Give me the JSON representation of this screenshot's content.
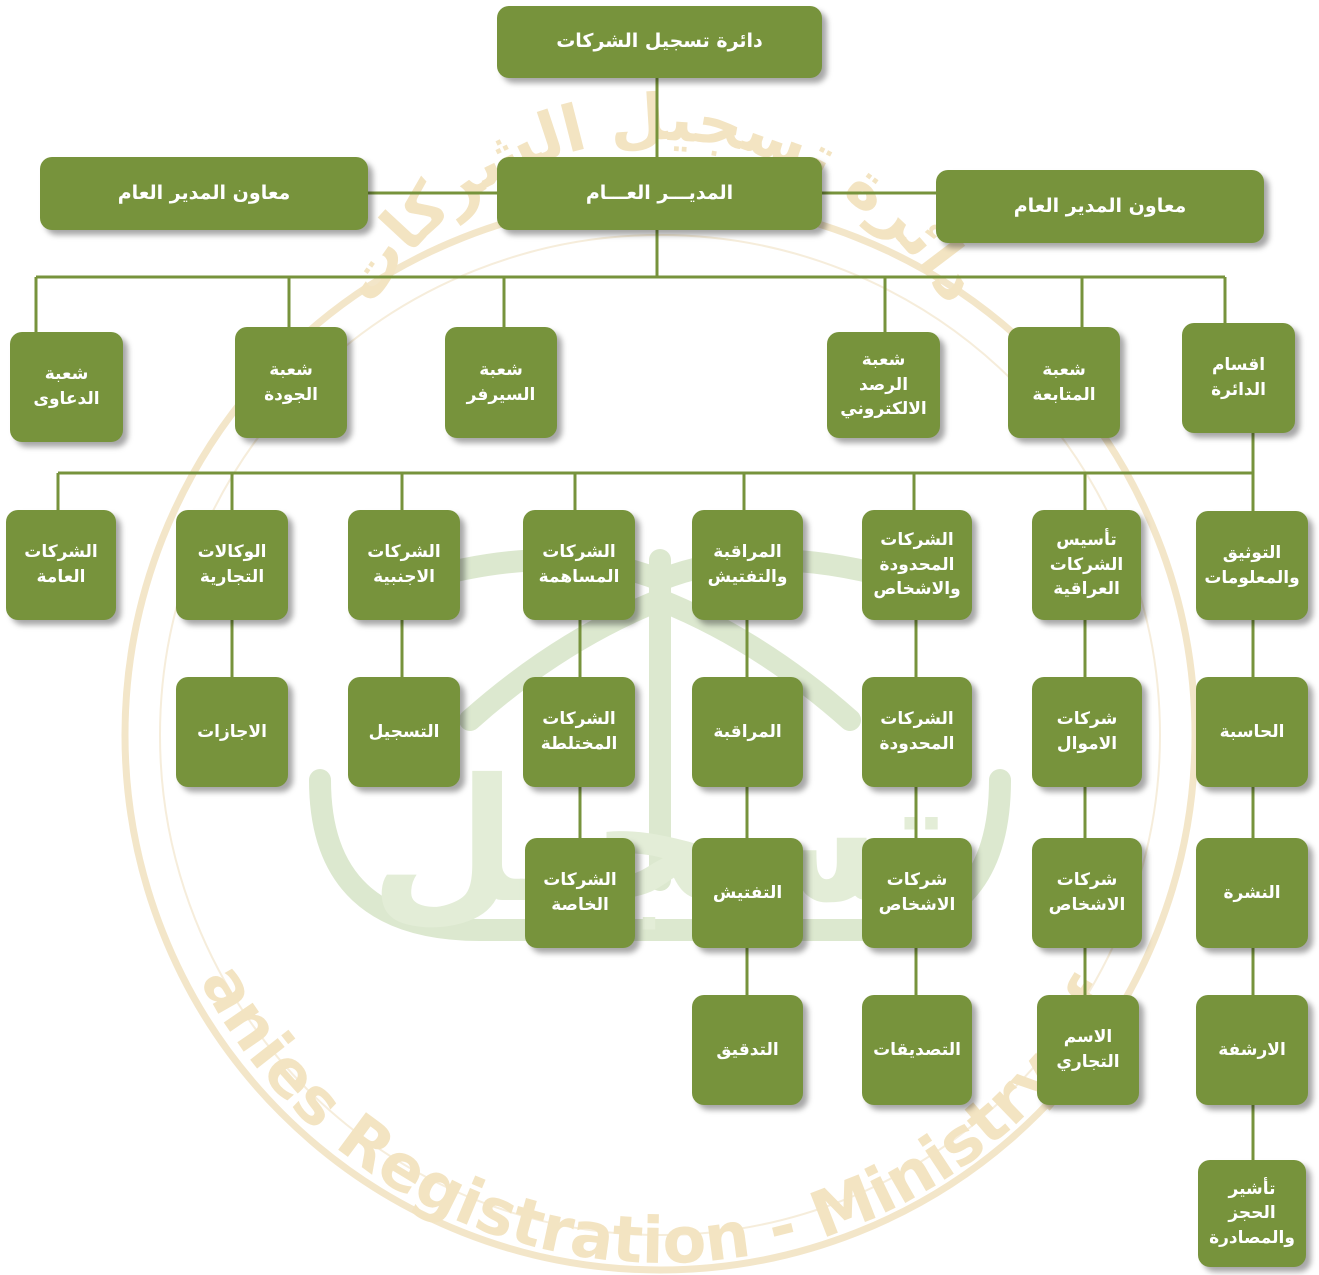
{
  "org": {
    "head": "دائرة تسجيل الشركات",
    "director": "المديـــر العـــام",
    "deputy_left": "معاون المدير العام",
    "deputy_right": "معاون المدير العام",
    "branches": {
      "divisions": "اقسام\nالدائرة",
      "followup": "شعبة\nالمتابعة",
      "monitoring": "شعبة\nالرصد\nالالكتروني",
      "server": "شعبة\nالسيرفر",
      "quality": "شعبة\nالجودة",
      "lawsuits": "شعبة\nالدعاوى"
    },
    "columns": [
      {
        "head": "التوثيق\nوالمعلومات",
        "subs": [
          "الحاسبة",
          "النشرة",
          "الارشفة",
          "تأشير\nالحجز\nوالمصادرة"
        ]
      },
      {
        "head": "تأسيس\nالشركات\nالعراقية",
        "subs": [
          "شركات\nالاموال",
          "شركات\nالاشخاص",
          "الاسم\nالتجاري"
        ]
      },
      {
        "head": "الشركات\nالمحدودة\nوالاشخاص",
        "subs": [
          "الشركات\nالمحدودة",
          "شركات\nالاشخاص",
          "التصديقات"
        ]
      },
      {
        "head": "المراقبة\nوالتفتيش",
        "subs": [
          "المراقبة",
          "التفتيش",
          "التدقيق"
        ]
      },
      {
        "head": "الشركات\nالمساهمة",
        "subs": [
          "الشركات\nالمختلطة",
          "الشركات\nالخاصة"
        ]
      },
      {
        "head": "الشركات\nالاجنبية",
        "subs": [
          "التسجيل"
        ]
      },
      {
        "head": "الوكالات\nالتجارية",
        "subs": [
          "الاجازات"
        ]
      },
      {
        "head": "الشركات\nالعامة",
        "subs": []
      }
    ]
  },
  "watermark": {
    "arabic_top": "دائرة تسجيل الشركات",
    "english_bottom": "Companies Registration - Ministry of Trade",
    "logo_text": "تسجيل"
  },
  "colors": {
    "box": "#77933c",
    "text": "#ffffff",
    "line": "#77933c",
    "watermark_gold": "#f0d9a8",
    "watermark_green": "#dce8cf"
  }
}
